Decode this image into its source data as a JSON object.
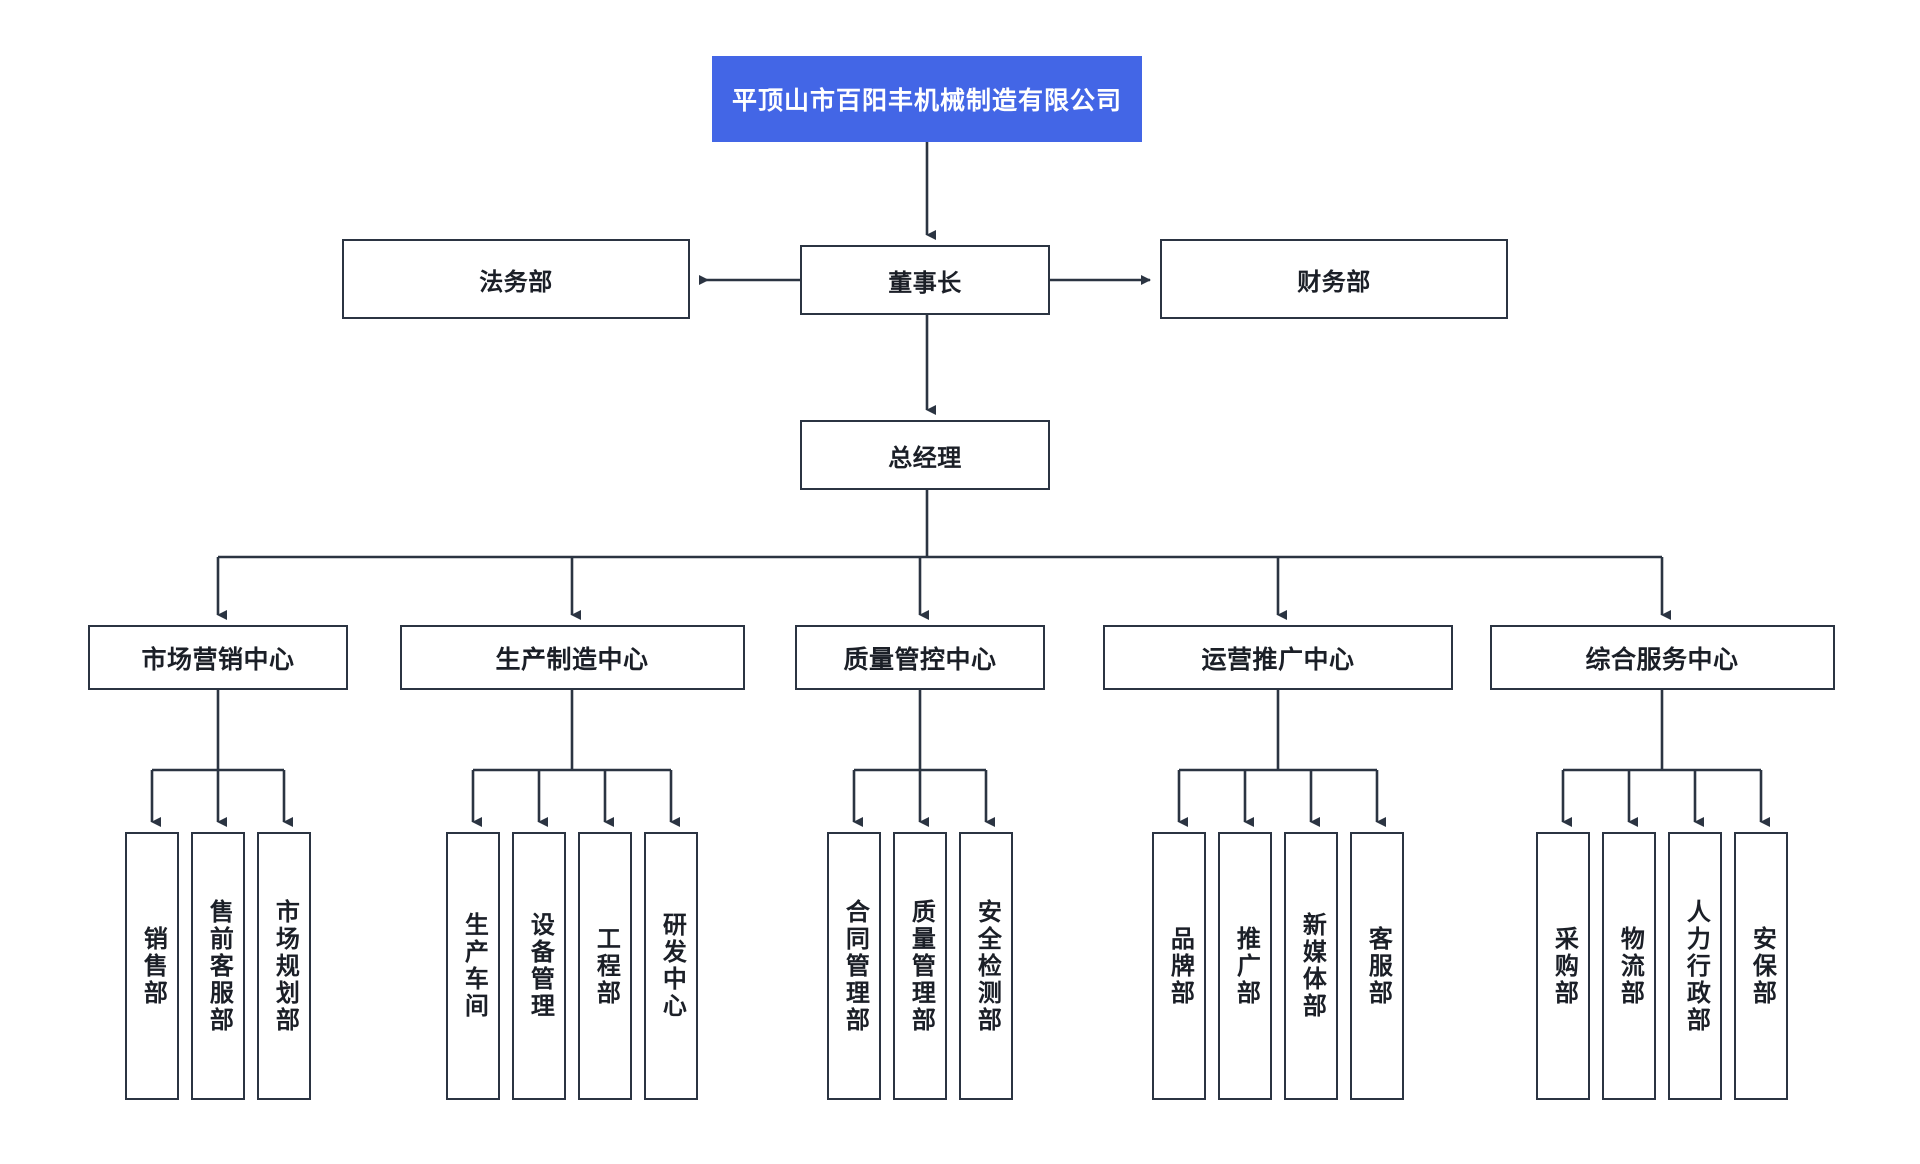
{
  "diagram": {
    "title": "平顶山市百阳丰机械制造有限公司",
    "type": "organization-chart",
    "colors": {
      "root_fill": "#4366e6",
      "root_text": "#ffffff",
      "node_border": "#2b3442",
      "node_fill": "#ffffff",
      "node_text": "#1b1f27",
      "connector": "#2b3442",
      "background": "#ffffff"
    }
  },
  "root": {
    "label": "平顶山市百阳丰机械制造有限公司"
  },
  "executives": {
    "chairman": {
      "label": "董事长"
    },
    "legal": {
      "label": "法务部"
    },
    "finance": {
      "label": "财务部"
    },
    "general_manager": {
      "label": "总经理"
    }
  },
  "centers": [
    {
      "label": "市场营销中心",
      "departments": [
        {
          "label": "销售部"
        },
        {
          "label": "售前客服部"
        },
        {
          "label": "市场规划部"
        }
      ]
    },
    {
      "label": "生产制造中心",
      "departments": [
        {
          "label": "生产车间"
        },
        {
          "label": "设备管理"
        },
        {
          "label": "工程部"
        },
        {
          "label": "研发中心"
        }
      ]
    },
    {
      "label": "质量管控中心",
      "departments": [
        {
          "label": "合同管理部"
        },
        {
          "label": "质量管理部"
        },
        {
          "label": "安全检测部"
        }
      ]
    },
    {
      "label": "运营推广中心",
      "departments": [
        {
          "label": "品牌部"
        },
        {
          "label": "推广部"
        },
        {
          "label": "新媒体部"
        },
        {
          "label": "客服部"
        }
      ]
    },
    {
      "label": "综合服务中心",
      "departments": [
        {
          "label": "采购部"
        },
        {
          "label": "物流部"
        },
        {
          "label": "人力行政部"
        },
        {
          "label": "安保部"
        }
      ]
    }
  ]
}
